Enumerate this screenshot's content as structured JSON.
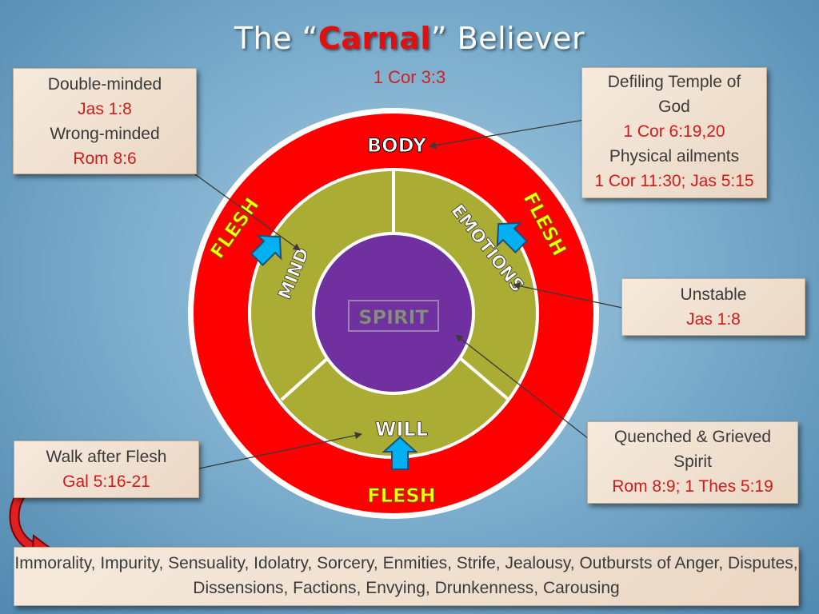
{
  "title": {
    "before": "The “",
    "emph": "Carnal",
    "after": "” Believer"
  },
  "subtitle": "1 Cor 3:3",
  "diagram": {
    "outer_ring_label": "BODY",
    "flesh_label": "FLESH",
    "segments": {
      "mind": "MIND",
      "emotions": "EMOTIONS",
      "will": "WILL"
    },
    "center_label": "SPIRIT",
    "colors": {
      "outer_ring": "#ff0000",
      "inner_ring": "#abac34",
      "center": "#7030a0",
      "flesh_text": "#ffff00",
      "arrow": "#00b0f0"
    }
  },
  "notes": {
    "top_left": {
      "line1": "Double-minded",
      "ref1": "Jas 1:8",
      "line2": "Wrong-minded",
      "ref2": "Rom 8:6"
    },
    "top_right": {
      "line1": "Defiling Temple of God",
      "ref1": "1 Cor 6:19,20",
      "line2": "Physical ailments",
      "ref2": "1 Cor 11:30; Jas 5:15"
    },
    "right_1": {
      "line1": "Unstable",
      "ref1": "Jas 1:8"
    },
    "right_2": {
      "line1": "Quenched & Grieved Spirit",
      "ref1": "Rom 8:9; 1 Thes 5:19"
    },
    "bottom_left": {
      "line1": "Walk after Flesh",
      "ref1": "Gal 5:16-21"
    },
    "bottom": "Immorality, Impurity, Sensuality, Idolatry, Sorcery, Enmities, Strife, Jealousy, Outbursts of Anger, Disputes, Dissensions, Factions, Envying, Drunkenness, Carousing"
  }
}
